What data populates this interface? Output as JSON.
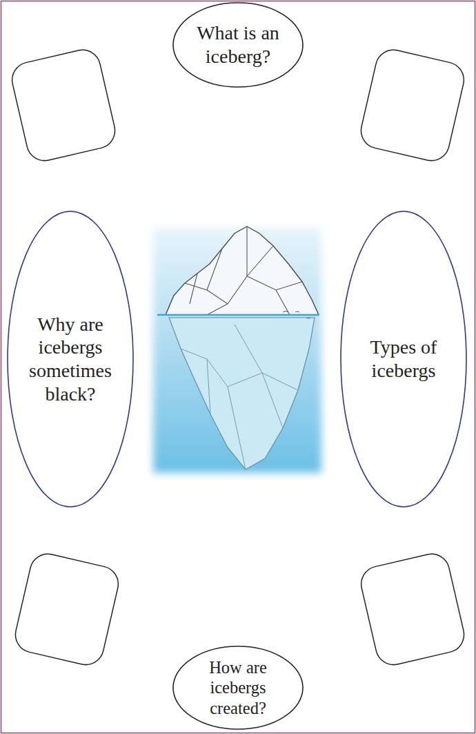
{
  "diagram": {
    "nodes": [
      {
        "text": [
          "What is an iceberg?"
        ]
      },
      {
        "text": [
          "Why are icebergs sometimes black?"
        ]
      },
      {
        "text": [
          "Types of icebergs"
        ]
      },
      {
        "text": [
          "How are icebergs created?"
        ]
      }
    ]
  }
}
